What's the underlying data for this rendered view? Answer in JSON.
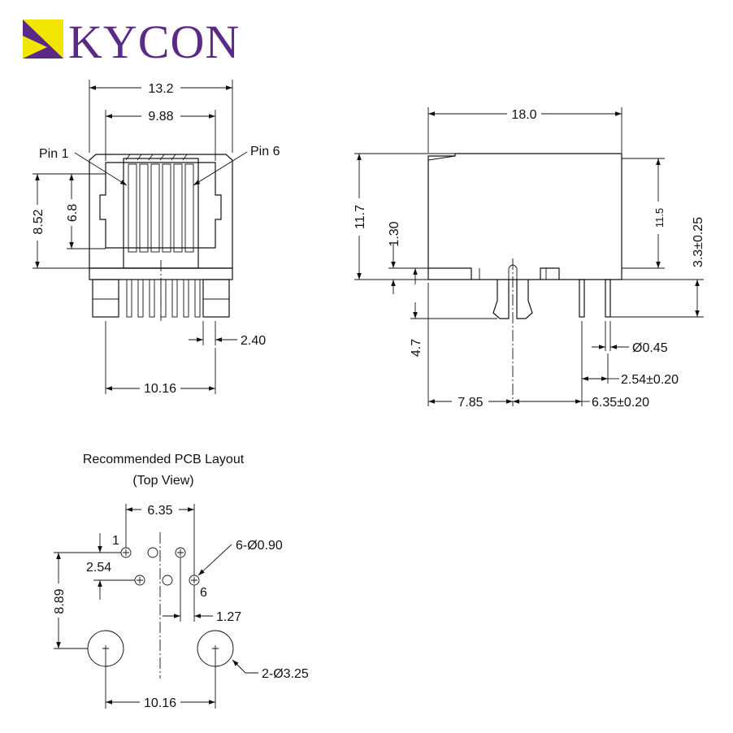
{
  "brand": {
    "name": "KYCON",
    "logo_colors": {
      "purple": "#5b2a86",
      "yellow": "#f2e600"
    }
  },
  "front_view": {
    "width_overall": "13.2",
    "width_opening": "9.88",
    "pin1_label": "Pin 1",
    "pin6_label": "Pin 6",
    "height_overall": "8.52",
    "height_opening": "6.8",
    "post_spacing": "2.40",
    "post_pitch": "10.16"
  },
  "side_view": {
    "length": "18.0",
    "height_total": "11.7",
    "height_body": "11.5",
    "standoff": "1.30",
    "lead_length": "3.3±0.25",
    "peg_length": "4.7",
    "lead_diameter": "Ø0.45",
    "lead_pitch": "2.54±0.20",
    "front_to_peg": "7.85",
    "peg_to_lead": "6.35±0.20"
  },
  "pcb_layout": {
    "title_line1": "Recommended PCB Layout",
    "title_line2": "(Top View)",
    "pin_span": "6.35",
    "pin1": "1",
    "pin6": "6",
    "row_pitch": "2.54",
    "row_offset": "8.89",
    "hole_spec": "6-Ø0.90",
    "half_pitch": "1.27",
    "peg_hole_spec": "2-Ø3.25",
    "peg_pitch": "10.16"
  }
}
